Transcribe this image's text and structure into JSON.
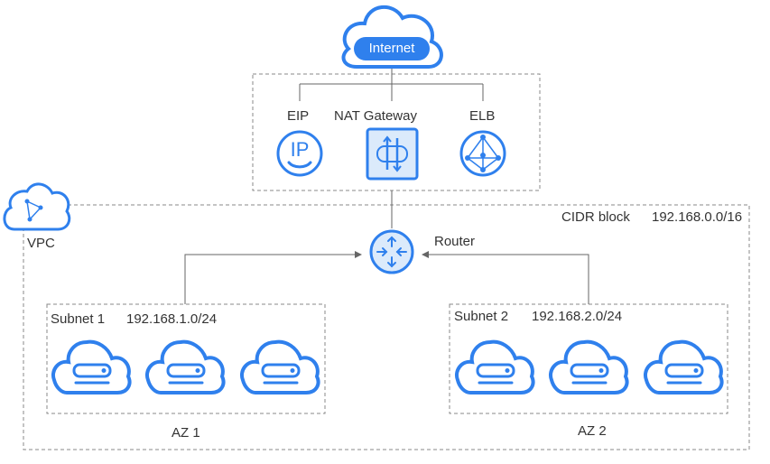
{
  "internet": {
    "label": "Internet"
  },
  "services": {
    "eip": {
      "label": "EIP",
      "glyph": "IP"
    },
    "nat": {
      "label": "NAT Gateway"
    },
    "elb": {
      "label": "ELB"
    }
  },
  "vpc": {
    "label": "VPC",
    "cidr_label": "CIDR block",
    "cidr_value": "192.168.0.0/16"
  },
  "router": {
    "label": "Router"
  },
  "subnets": [
    {
      "label": "Subnet 1",
      "cidr": "192.168.1.0/24",
      "az": "AZ 1",
      "server_count": 3
    },
    {
      "label": "Subnet 2",
      "cidr": "192.168.2.0/24",
      "az": "AZ 2",
      "server_count": 3
    }
  ],
  "colors": {
    "accent": "#2f80ed",
    "icon_fill": "#dbeafb",
    "dashed_border": "#888888",
    "line": "#666666",
    "text": "#333333"
  },
  "icons": {
    "internet": "cloud-icon",
    "vpc": "vpc-cloud-icon",
    "eip": "eip-icon",
    "nat": "nat-gateway-icon",
    "elb": "elb-icon",
    "router": "router-icon",
    "server": "cloud-server-icon"
  }
}
